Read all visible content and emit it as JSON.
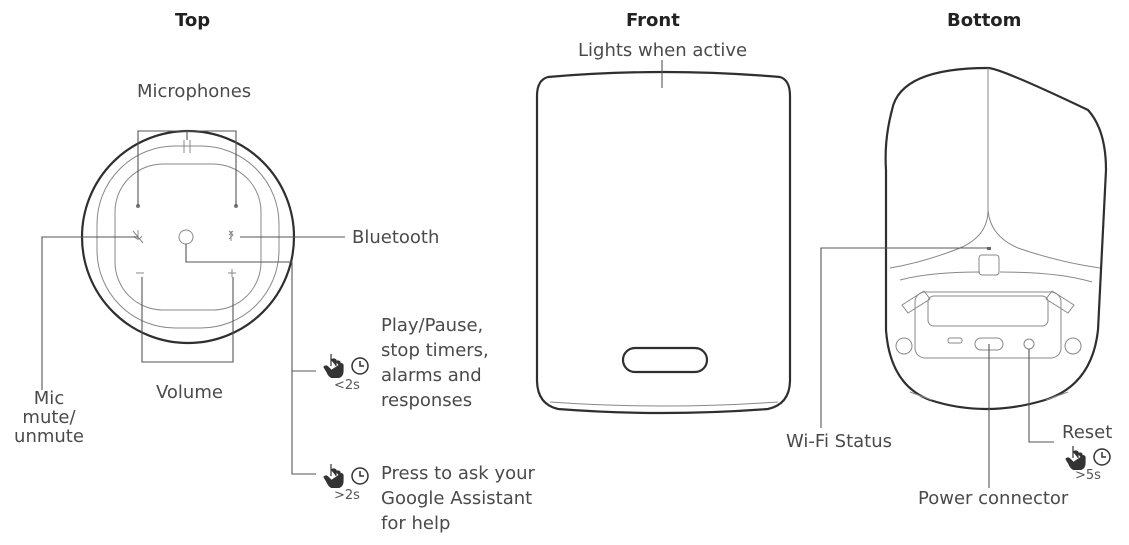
{
  "headings": {
    "top": "Top",
    "front": "Front",
    "bottom": "Bottom"
  },
  "top_view": {
    "microphones": "Microphones",
    "bluetooth": "Bluetooth",
    "volume": "Volume",
    "mic_mute": "Mic\nmute/\nunmute",
    "play_pause": "Play/Pause,\nstop timers,\nalarms and\nresponses",
    "play_pause_duration": "<2s",
    "assistant": "Press to ask your\nGoogle Assistant\nfor help",
    "assistant_duration": ">2s"
  },
  "front_view": {
    "lights": "Lights when active"
  },
  "bottom_view": {
    "wifi_status": "Wi-Fi Status",
    "reset": "Reset",
    "reset_duration": ">5s",
    "power_connector": "Power connector"
  },
  "icons": [
    "hand-press-icon",
    "clock-icon"
  ]
}
